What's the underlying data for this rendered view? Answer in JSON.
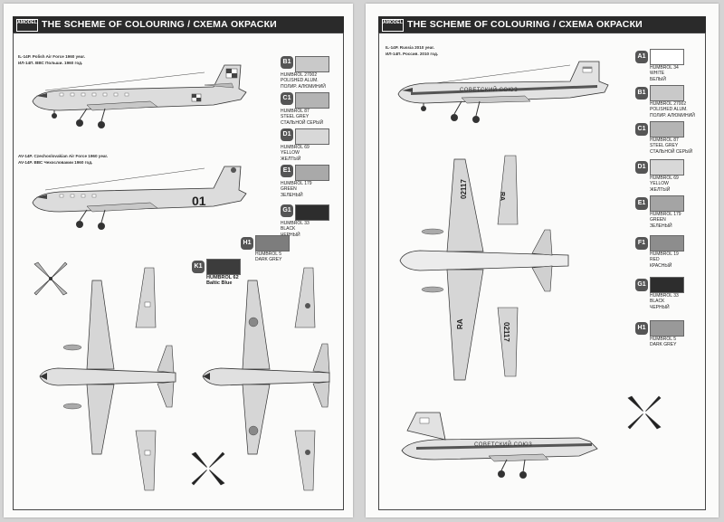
{
  "left_page": {
    "header": {
      "logo": "AMODEL",
      "title": "THE SCHEME OF COLOURING / СХЕМА ОКРАСКИ"
    },
    "version1": {
      "line1": "IL-14P. Polish Air Force 1960 year.",
      "line2": "ИЛ-14П. ВВС Польши. 1960 год."
    },
    "version2": {
      "line1": "AV-14P. Czechoslovakian Air Force 1960 year.",
      "line2": "AV-14P. ВВС Чехословакии 1960 год."
    },
    "fin_code": "01",
    "chips": [
      {
        "id": "B1",
        "lines": [
          "HUMBROL 27002",
          "POLISHED ALUM.",
          "ПОЛИР. АЛЮМИНИЙ"
        ],
        "color": "#c9c9c9"
      },
      {
        "id": "C1",
        "lines": [
          "HUMBROL 87",
          "STEEL GREY",
          "СТАЛЬНОЙ СЕРЫЙ"
        ],
        "color": "#b4b4b4"
      },
      {
        "id": "D1",
        "lines": [
          "HUMBROL 69",
          "YELLOW",
          "ЖЕЛТЫЙ"
        ],
        "color": "#d8d8d8"
      },
      {
        "id": "E1",
        "lines": [
          "HUMBROL 179",
          "GREEN",
          "ЗЕЛЕНЫЙ"
        ],
        "color": "#a9a9a9"
      },
      {
        "id": "G1",
        "lines": [
          "HUMBROL 33",
          "BLACK",
          "ЧЕРНЫЙ"
        ],
        "color": "#2d2d2d"
      },
      {
        "id": "H1",
        "lines": [
          "HUMBROL 5",
          "DARK GREY"
        ],
        "color": "#7d7d7d"
      },
      {
        "id": "K1",
        "lines": [
          "HUMBROL 62",
          "Baltic Blue"
        ],
        "color": "#3c3c3c"
      }
    ]
  },
  "right_page": {
    "header": {
      "logo": "AMODEL",
      "title": "THE SCHEME OF COLOURING / СХЕМА ОКРАСКИ"
    },
    "version": {
      "line1": "IL-14P. Russia 2010 year.",
      "line2": "ИЛ-14П. Россия. 2010 год."
    },
    "fuselage_text": "СОВЕТСКИЙ СОЮЗ",
    "wing_reg": "02117",
    "wing_prefix": "RA",
    "chips": [
      {
        "id": "A1",
        "lines": [
          "HUMBROL 34",
          "WHITE",
          "БЕЛЫЙ"
        ],
        "color": "#ffffff"
      },
      {
        "id": "B1",
        "lines": [
          "HUMBROL 27002",
          "POLISHED ALUM.",
          "ПОЛИР. АЛЮМИНИЙ"
        ],
        "color": "#c9c9c9"
      },
      {
        "id": "C1",
        "lines": [
          "HUMBROL 87",
          "STEEL GREY",
          "СТАЛЬНОЙ СЕРЫЙ"
        ],
        "color": "#b4b4b4"
      },
      {
        "id": "D1",
        "lines": [
          "HUMBROL 69",
          "YELLOW",
          "ЖЕЛТЫЙ"
        ],
        "color": "#d8d8d8"
      },
      {
        "id": "E1",
        "lines": [
          "HUMBROL 179",
          "GREEN",
          "ЗЕЛЕНЫЙ"
        ],
        "color": "#a4a4a4"
      },
      {
        "id": "F1",
        "lines": [
          "HUMBROL 19",
          "RED",
          "КРАСНЫЙ"
        ],
        "color": "#8d8d8d"
      },
      {
        "id": "G1",
        "lines": [
          "HUMBROL 33",
          "BLACK",
          "ЧЕРНЫЙ"
        ],
        "color": "#2d2d2d"
      },
      {
        "id": "H1",
        "lines": [
          "HUMBROL 5",
          "DARK GREY"
        ],
        "color": "#999999"
      }
    ]
  }
}
